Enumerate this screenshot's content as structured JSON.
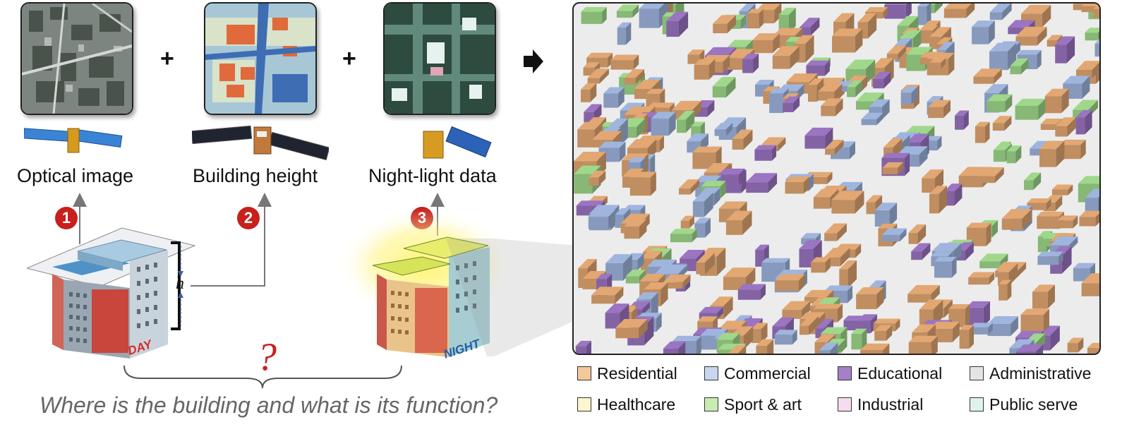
{
  "sources": [
    {
      "label": "Optical image",
      "step": "1"
    },
    {
      "label": "Building height",
      "step": "2"
    },
    {
      "label": "Night-light data",
      "step": "3"
    }
  ],
  "plus_sign": "+",
  "height_symbol": "h",
  "day_label": "DAY",
  "night_label": "NIGHT",
  "question_mark": "?",
  "question": "Where is the building and what is its function?",
  "legend": [
    {
      "label": "Residential",
      "color": "#f3c99c"
    },
    {
      "label": "Commercial",
      "color": "#c9d6ef"
    },
    {
      "label": "Educational",
      "color": "#a57fc8"
    },
    {
      "label": "Administrative",
      "color": "#e4e4e4"
    },
    {
      "label": "Healthcare",
      "color": "#fbf6cf"
    },
    {
      "label": "Sport & art",
      "color": "#c9ecb1"
    },
    {
      "label": "Industrial",
      "color": "#f7dcef"
    },
    {
      "label": "Public serve",
      "color": "#dff3ee"
    }
  ],
  "colors": {
    "accent_red": "#c8201c",
    "residential_building": "#e2a772",
    "commercial_building": "#9fb5de",
    "educational_building": "#9b74c2",
    "sport_building": "#9fd88a"
  }
}
